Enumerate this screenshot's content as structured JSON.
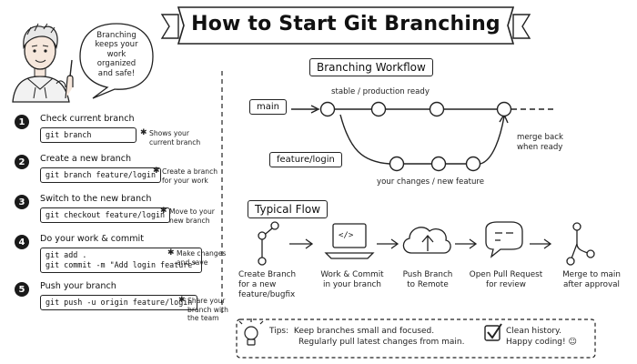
{
  "title": "How to Start Git Branching",
  "speech_bubble": {
    "lines": [
      "Branching",
      "keeps your",
      "work organized",
      "and safe!"
    ]
  },
  "steps": [
    {
      "number": "1",
      "title": "Check current branch",
      "commands": [
        "git branch"
      ],
      "note_lines": [
        "Shows your",
        "current branch"
      ]
    },
    {
      "number": "2",
      "title": "Create a new branch",
      "commands": [
        "git branch feature/login"
      ],
      "note_lines": [
        "Create a branch",
        "for your work"
      ]
    },
    {
      "number": "3",
      "title": "Switch to the new branch",
      "commands": [
        "git checkout feature/login"
      ],
      "note_lines": [
        "Move to your",
        "new branch"
      ]
    },
    {
      "number": "4",
      "title": "Do your work & commit",
      "commands": [
        "git add .",
        "git commit -m \"Add login feature\""
      ],
      "note_lines": [
        "Make changes",
        "and save"
      ]
    },
    {
      "number": "5",
      "title": "Push your branch",
      "commands": [
        "git push -u origin feature/login"
      ],
      "note_lines": [
        "Share your",
        "branch with",
        "the team"
      ]
    }
  ],
  "workflow": {
    "heading": "Branching Workflow",
    "main_label": "main",
    "main_caption": "stable / production ready",
    "feature_label": "feature/login",
    "feature_caption": "your changes / new feature",
    "merge_caption_lines": [
      "merge back",
      "when ready"
    ]
  },
  "typical_flow": {
    "heading": "Typical Flow",
    "steps": [
      {
        "icon": "branch-icon",
        "lines": [
          "Create Branch",
          "for a new",
          "feature/bugfix"
        ]
      },
      {
        "icon": "laptop-code-icon",
        "lines": [
          "Work & Commit",
          "in your branch"
        ]
      },
      {
        "icon": "cloud-upload-icon",
        "lines": [
          "Push Branch",
          "to Remote"
        ]
      },
      {
        "icon": "chat-bubble-icon",
        "lines": [
          "Open Pull Request",
          "for review"
        ]
      },
      {
        "icon": "merge-icon",
        "lines": [
          "Merge to main",
          "after approval"
        ]
      }
    ],
    "icons": {
      "code_glyph": "</>"
    }
  },
  "tips": {
    "label": "Tips:",
    "lines": [
      "Keep branches small and focused.",
      "Regularly pull latest changes from main."
    ],
    "right_lines": [
      "Clean history.",
      "Happy coding!"
    ],
    "smiley": "☺"
  },
  "colors": {
    "ink": "#222222",
    "background": "#ffffff",
    "hair": "#e0e0e0",
    "skin": "#f6e7dc"
  }
}
